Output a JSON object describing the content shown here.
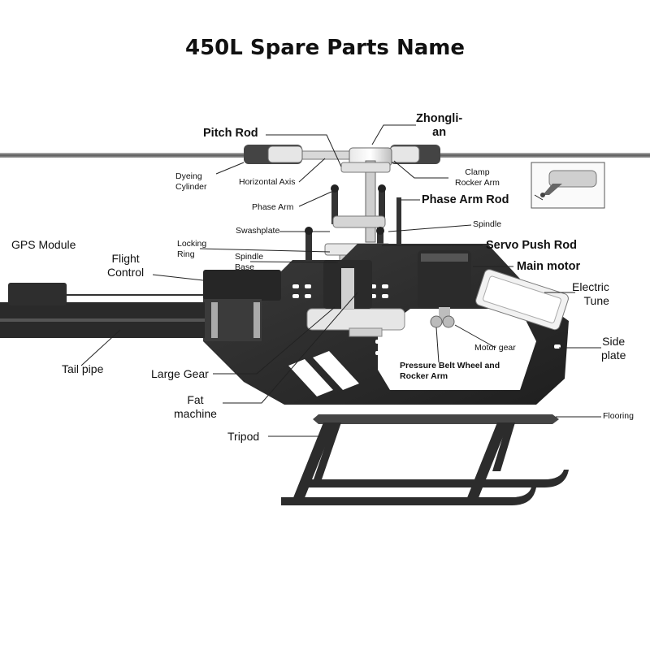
{
  "title": "450L Spare Parts Name",
  "labels": {
    "zhongli_an": "Zhongli-\nan",
    "pitch_rod": "Pitch Rod",
    "dyeing_cylinder": "Dyeing\nCylinder",
    "horizontal_axis": "Horizontal Axis",
    "clamp_rocker_arm": "Clamp\nRocker Arm",
    "phase_arm": "Phase Arm",
    "phase_arm_rod": "Phase Arm Rod",
    "spindle": "Spindle",
    "swashplate": "Swashplate",
    "servo_push_rod": "Servo Push Rod",
    "gps_module": "GPS Module",
    "locking_ring": "Locking\nRing",
    "spindle_base": "Spindle\nBase",
    "flight_control": "Flight\nControl",
    "main_motor": "Main motor",
    "electric_tune": "Electric\nTune",
    "motor_gear": "Motor gear",
    "side_plate": "Side\nplate",
    "tail_pipe": "Tail pipe",
    "large_gear": "Large Gear",
    "pressure_belt": "Pressure Belt Wheel and\nRocker Arm",
    "fat_machine": "Fat\nmachine",
    "tripod": "Tripod",
    "flooring": "Flooring"
  }
}
